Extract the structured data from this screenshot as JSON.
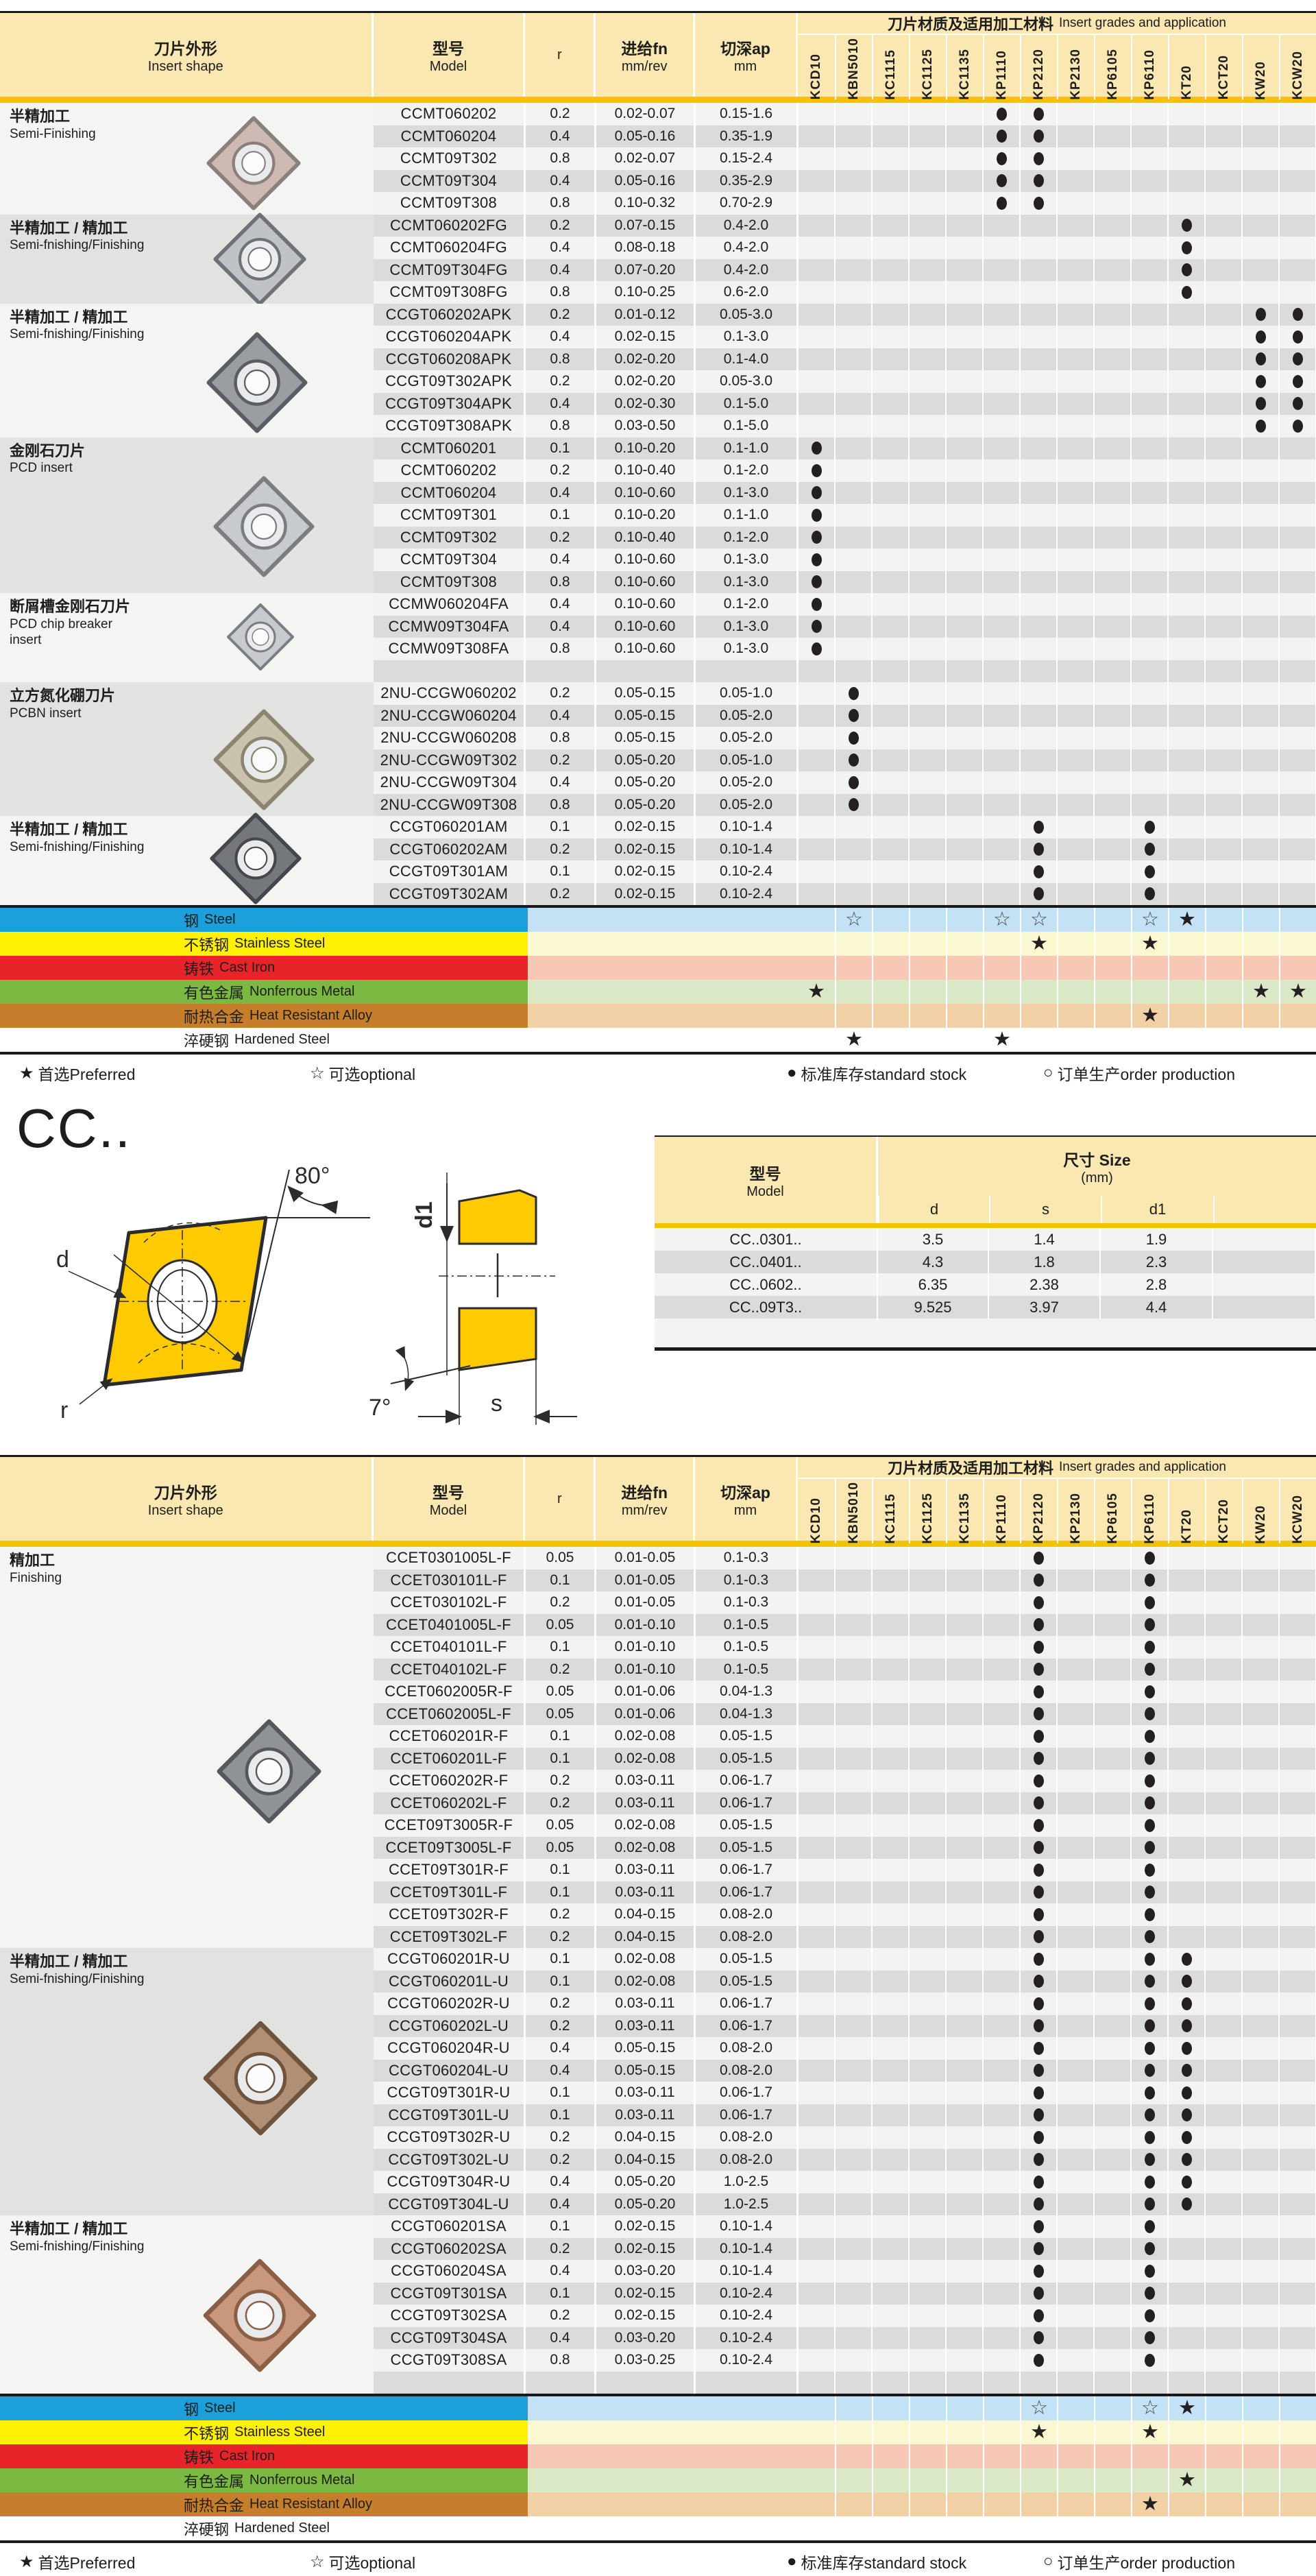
{
  "grades": [
    "KCD10",
    "KBN5010",
    "KC1115",
    "KC1125",
    "KC1135",
    "KP1110",
    "KP2120",
    "KP2130",
    "KP6105",
    "KP6110",
    "KT20",
    "KCT20",
    "KW20",
    "KCW20"
  ],
  "header": {
    "shape_zh": "刀片外形",
    "shape_en": "Insert shape",
    "model_zh": "型号",
    "model_en": "Model",
    "r": "r",
    "fn_zh": "进给fn",
    "fn_en": "mm/rev",
    "ap_zh": "切深ap",
    "ap_en": "mm",
    "grades_zh": "刀片材质及适用加工材料",
    "grades_en": "Insert grades and application"
  },
  "table1": {
    "groups": [
      {
        "zh": "半精加工",
        "en": "Semi-Finishing",
        "span": 5,
        "shade": "light",
        "photo": "pink"
      },
      {
        "zh": "半精加工 / 精加工",
        "en": "Semi-fnishing/Finishing",
        "span": 4,
        "shade": "gray",
        "photo": "silver"
      },
      {
        "zh": "半精加工 / 精加工",
        "en": "Semi-fnishing/Finishing",
        "span": 6,
        "shade": "light",
        "photo": "dark"
      },
      {
        "zh": "金刚石刀片",
        "en": "PCD  insert",
        "span": 7,
        "shade": "gray",
        "photo": "pcd"
      },
      {
        "zh": "断屑槽金刚石刀片",
        "en": "PCD chip breaker\n insert",
        "span": 4,
        "shade": "light",
        "photo": "pcd"
      },
      {
        "zh": "立方氮化硼刀片",
        "en": "PCBN  insert",
        "span": 6,
        "shade": "gray",
        "photo": "pcbn"
      },
      {
        "zh": "半精加工 / 精加工",
        "en": "Semi-fnishing/Finishing",
        "span": 4,
        "shade": "light",
        "photo": "dark2"
      }
    ],
    "rows": [
      {
        "model": "CCMT060202",
        "r": "0.2",
        "fn": "0.02-0.07",
        "ap": "0.15-1.6",
        "dots": [
          "KP1110",
          "KP2120"
        ]
      },
      {
        "model": "CCMT060204",
        "r": "0.4",
        "fn": "0.05-0.16",
        "ap": "0.35-1.9",
        "dots": [
          "KP1110",
          "KP2120"
        ]
      },
      {
        "model": "CCMT09T302",
        "r": "0.8",
        "fn": "0.02-0.07",
        "ap": "0.15-2.4",
        "dots": [
          "KP1110",
          "KP2120"
        ]
      },
      {
        "model": "CCMT09T304",
        "r": "0.4",
        "fn": "0.05-0.16",
        "ap": "0.35-2.9",
        "dots": [
          "KP1110",
          "KP2120"
        ]
      },
      {
        "model": "CCMT09T308",
        "r": "0.8",
        "fn": "0.10-0.32",
        "ap": "0.70-2.9",
        "dots": [
          "KP1110",
          "KP2120"
        ]
      },
      {
        "model": "CCMT060202FG",
        "r": "0.2",
        "fn": "0.07-0.15",
        "ap": "0.4-2.0",
        "dots": [
          "KT20"
        ]
      },
      {
        "model": "CCMT060204FG",
        "r": "0.4",
        "fn": "0.08-0.18",
        "ap": "0.4-2.0",
        "dots": [
          "KT20"
        ]
      },
      {
        "model": "CCMT09T304FG",
        "r": "0.4",
        "fn": "0.07-0.20",
        "ap": "0.4-2.0",
        "dots": [
          "KT20"
        ]
      },
      {
        "model": "CCMT09T308FG",
        "r": "0.8",
        "fn": "0.10-0.25",
        "ap": "0.6-2.0",
        "dots": [
          "KT20"
        ]
      },
      {
        "model": "CCGT060202APK",
        "r": "0.2",
        "fn": "0.01-0.12",
        "ap": "0.05-3.0",
        "dots": [
          "KW20",
          "KCW20"
        ]
      },
      {
        "model": "CCGT060204APK",
        "r": "0.4",
        "fn": "0.02-0.15",
        "ap": "0.1-3.0",
        "dots": [
          "KW20",
          "KCW20"
        ]
      },
      {
        "model": "CCGT060208APK",
        "r": "0.8",
        "fn": "0.02-0.20",
        "ap": "0.1-4.0",
        "dots": [
          "KW20",
          "KCW20"
        ]
      },
      {
        "model": "CCGT09T302APK",
        "r": "0.2",
        "fn": "0.02-0.20",
        "ap": "0.05-3.0",
        "dots": [
          "KW20",
          "KCW20"
        ]
      },
      {
        "model": "CCGT09T304APK",
        "r": "0.4",
        "fn": "0.02-0.30",
        "ap": "0.1-5.0",
        "dots": [
          "KW20",
          "KCW20"
        ]
      },
      {
        "model": "CCGT09T308APK",
        "r": "0.8",
        "fn": "0.03-0.50",
        "ap": "0.1-5.0",
        "dots": [
          "KW20",
          "KCW20"
        ]
      },
      {
        "model": "CCMT060201",
        "r": "0.1",
        "fn": "0.10-0.20",
        "ap": "0.1-1.0",
        "dots": [
          "KCD10"
        ]
      },
      {
        "model": "CCMT060202",
        "r": "0.2",
        "fn": "0.10-0.40",
        "ap": "0.1-2.0",
        "dots": [
          "KCD10"
        ]
      },
      {
        "model": "CCMT060204",
        "r": "0.4",
        "fn": "0.10-0.60",
        "ap": "0.1-3.0",
        "dots": [
          "KCD10"
        ]
      },
      {
        "model": "CCMT09T301",
        "r": "0.1",
        "fn": "0.10-0.20",
        "ap": "0.1-1.0",
        "dots": [
          "KCD10"
        ]
      },
      {
        "model": "CCMT09T302",
        "r": "0.2",
        "fn": "0.10-0.40",
        "ap": "0.1-2.0",
        "dots": [
          "KCD10"
        ]
      },
      {
        "model": "CCMT09T304",
        "r": "0.4",
        "fn": "0.10-0.60",
        "ap": "0.1-3.0",
        "dots": [
          "KCD10"
        ]
      },
      {
        "model": "CCMT09T308",
        "r": "0.8",
        "fn": "0.10-0.60",
        "ap": "0.1-3.0",
        "dots": [
          "KCD10"
        ]
      },
      {
        "model": "CCMW060204FA",
        "r": "0.4",
        "fn": "0.10-0.60",
        "ap": "0.1-2.0",
        "dots": [
          "KCD10"
        ]
      },
      {
        "model": "CCMW09T304FA",
        "r": "0.4",
        "fn": "0.10-0.60",
        "ap": "0.1-3.0",
        "dots": [
          "KCD10"
        ]
      },
      {
        "model": "CCMW09T308FA",
        "r": "0.8",
        "fn": "0.10-0.60",
        "ap": "0.1-3.0",
        "dots": [
          "KCD10"
        ]
      },
      {
        "model": "",
        "r": "",
        "fn": "",
        "ap": "",
        "dots": []
      },
      {
        "model": "2NU-CCGW060202",
        "r": "0.2",
        "fn": "0.05-0.15",
        "ap": "0.05-1.0",
        "dots": [
          "KBN5010"
        ]
      },
      {
        "model": "2NU-CCGW060204",
        "r": "0.4",
        "fn": "0.05-0.15",
        "ap": "0.05-2.0",
        "dots": [
          "KBN5010"
        ]
      },
      {
        "model": "2NU-CCGW060208",
        "r": "0.8",
        "fn": "0.05-0.15",
        "ap": "0.05-2.0",
        "dots": [
          "KBN5010"
        ]
      },
      {
        "model": "2NU-CCGW09T302",
        "r": "0.2",
        "fn": "0.05-0.20",
        "ap": "0.05-1.0",
        "dots": [
          "KBN5010"
        ]
      },
      {
        "model": "2NU-CCGW09T304",
        "r": "0.4",
        "fn": "0.05-0.20",
        "ap": "0.05-2.0",
        "dots": [
          "KBN5010"
        ]
      },
      {
        "model": "2NU-CCGW09T308",
        "r": "0.8",
        "fn": "0.05-0.20",
        "ap": "0.05-2.0",
        "dots": [
          "KBN5010"
        ]
      },
      {
        "model": "CCGT060201AM",
        "r": "0.1",
        "fn": "0.02-0.15",
        "ap": "0.10-1.4",
        "dots": [
          "KP2120",
          "KP6110"
        ]
      },
      {
        "model": "CCGT060202AM",
        "r": "0.2",
        "fn": "0.02-0.15",
        "ap": "0.10-1.4",
        "dots": [
          "KP2120",
          "KP6110"
        ]
      },
      {
        "model": "CCGT09T301AM",
        "r": "0.1",
        "fn": "0.02-0.15",
        "ap": "0.10-2.4",
        "dots": [
          "KP2120",
          "KP6110"
        ]
      },
      {
        "model": "CCGT09T302AM",
        "r": "0.2",
        "fn": "0.02-0.15",
        "ap": "0.10-2.4",
        "dots": [
          "KP2120",
          "KP6110"
        ]
      }
    ],
    "legend": [
      {
        "zh": "钢",
        "en": "Steel",
        "color": "#1D9FDC",
        "tint": "#C3E2F5",
        "stars": {
          "KBN5010": "optional",
          "KP1110": "optional",
          "KP2120": "optional",
          "KP6110": "optional",
          "KT20": "preferred"
        }
      },
      {
        "zh": "不锈钢",
        "en": "Stainless Steel",
        "color": "#FFF101",
        "tint": "#FAF8D0",
        "stars": {
          "KP2120": "preferred",
          "KP6110": "preferred"
        }
      },
      {
        "zh": "铸铁",
        "en": "Cast Iron",
        "color": "#E8232A",
        "tint": "#F6C8B5",
        "stars": {}
      },
      {
        "zh": "有色金属",
        "en": "Nonferrous Metal",
        "color": "#7BB943",
        "tint": "#DBE8C8",
        "stars": {
          "KCD10": "preferred",
          "KW20": "preferred",
          "KCW20": "preferred"
        }
      },
      {
        "zh": "耐热合金",
        "en": "Heat Resistant Alloy",
        "color": "#C67E2D",
        "tint": "#F1D1A5",
        "stars": {
          "KP6110": "preferred"
        }
      },
      {
        "zh": "淬硬钢",
        "en": "Hardened Steel",
        "color": "#FFFFFF",
        "tint": "#FFFFFF",
        "stars": {
          "KBN5010": "preferred",
          "KP1110": "preferred"
        }
      }
    ]
  },
  "footer": {
    "items": [
      {
        "symbol": "★",
        "label": "首选Preferred"
      },
      {
        "symbol": "☆",
        "label": "可选optional"
      },
      {
        "symbol": "●",
        "label": "标准库存standard stock"
      },
      {
        "symbol": "○",
        "label": "订单生产order production"
      }
    ]
  },
  "cc_section": {
    "title": "CC..",
    "diagram": {
      "angle_top": "80°",
      "d": "d",
      "r": "r",
      "angle_side": "7°",
      "d1": "d1",
      "s": "s"
    },
    "size_table": {
      "model_zh": "型号",
      "model_en": "Model",
      "size_zh": "尺寸 Size",
      "size_unit": "(mm)",
      "cols": [
        "d",
        "s",
        "d1"
      ],
      "rows": [
        {
          "model": "CC..0301..",
          "d": "3.5",
          "s": "1.4",
          "d1": "1.9"
        },
        {
          "model": "CC..0401..",
          "d": "4.3",
          "s": "1.8",
          "d1": "2.3"
        },
        {
          "model": "CC..0602..",
          "d": "6.35",
          "s": "2.38",
          "d1": "2.8"
        },
        {
          "model": "CC..09T3..",
          "d": "9.525",
          "s": "3.97",
          "d1": "4.4"
        }
      ]
    }
  },
  "table2": {
    "groups": [
      {
        "zh": "精加工",
        "en": "Finishing",
        "span": 18,
        "shade": "light",
        "photo": "gray"
      },
      {
        "zh": "半精加工 / 精加工",
        "en": "Semi-fnishing/Finishing",
        "span": 12,
        "shade": "gray",
        "photo": "bronze"
      },
      {
        "zh": "半精加工 / 精加工",
        "en": "Semi-fnishing/Finishing",
        "span": 8,
        "shade": "light",
        "photo": "copper"
      }
    ],
    "rows": [
      {
        "model": "CCET0301005L-F",
        "r": "0.05",
        "fn": "0.01-0.05",
        "ap": "0.1-0.3",
        "dots": [
          "KP2120",
          "KP6110"
        ]
      },
      {
        "model": "CCET030101L-F",
        "r": "0.1",
        "fn": "0.01-0.05",
        "ap": "0.1-0.3",
        "dots": [
          "KP2120",
          "KP6110"
        ]
      },
      {
        "model": "CCET030102L-F",
        "r": "0.2",
        "fn": "0.01-0.05",
        "ap": "0.1-0.3",
        "dots": [
          "KP2120",
          "KP6110"
        ]
      },
      {
        "model": "CCET0401005L-F",
        "r": "0.05",
        "fn": "0.01-0.10",
        "ap": "0.1-0.5",
        "dots": [
          "KP2120",
          "KP6110"
        ]
      },
      {
        "model": "CCET040101L-F",
        "r": "0.1",
        "fn": "0.01-0.10",
        "ap": "0.1-0.5",
        "dots": [
          "KP2120",
          "KP6110"
        ]
      },
      {
        "model": "CCET040102L-F",
        "r": "0.2",
        "fn": "0.01-0.10",
        "ap": "0.1-0.5",
        "dots": [
          "KP2120",
          "KP6110"
        ]
      },
      {
        "model": "CCET0602005R-F",
        "r": "0.05",
        "fn": "0.01-0.06",
        "ap": "0.04-1.3",
        "dots": [
          "KP2120",
          "KP6110"
        ]
      },
      {
        "model": "CCET0602005L-F",
        "r": "0.05",
        "fn": "0.01-0.06",
        "ap": "0.04-1.3",
        "dots": [
          "KP2120",
          "KP6110"
        ]
      },
      {
        "model": "CCET060201R-F",
        "r": "0.1",
        "fn": "0.02-0.08",
        "ap": "0.05-1.5",
        "dots": [
          "KP2120",
          "KP6110"
        ]
      },
      {
        "model": "CCET060201L-F",
        "r": "0.1",
        "fn": "0.02-0.08",
        "ap": "0.05-1.5",
        "dots": [
          "KP2120",
          "KP6110"
        ]
      },
      {
        "model": "CCET060202R-F",
        "r": "0.2",
        "fn": "0.03-0.11",
        "ap": "0.06-1.7",
        "dots": [
          "KP2120",
          "KP6110"
        ]
      },
      {
        "model": "CCET060202L-F",
        "r": "0.2",
        "fn": "0.03-0.11",
        "ap": "0.06-1.7",
        "dots": [
          "KP2120",
          "KP6110"
        ]
      },
      {
        "model": "CCET09T3005R-F",
        "r": "0.05",
        "fn": "0.02-0.08",
        "ap": "0.05-1.5",
        "dots": [
          "KP2120",
          "KP6110"
        ]
      },
      {
        "model": "CCET09T3005L-F",
        "r": "0.05",
        "fn": "0.02-0.08",
        "ap": "0.05-1.5",
        "dots": [
          "KP2120",
          "KP6110"
        ]
      },
      {
        "model": "CCET09T301R-F",
        "r": "0.1",
        "fn": "0.03-0.11",
        "ap": "0.06-1.7",
        "dots": [
          "KP2120",
          "KP6110"
        ]
      },
      {
        "model": "CCET09T301L-F",
        "r": "0.1",
        "fn": "0.03-0.11",
        "ap": "0.06-1.7",
        "dots": [
          "KP2120",
          "KP6110"
        ]
      },
      {
        "model": "CCET09T302R-F",
        "r": "0.2",
        "fn": "0.04-0.15",
        "ap": "0.08-2.0",
        "dots": [
          "KP2120",
          "KP6110"
        ]
      },
      {
        "model": "CCET09T302L-F",
        "r": "0.2",
        "fn": "0.04-0.15",
        "ap": "0.08-2.0",
        "dots": [
          "KP2120",
          "KP6110"
        ]
      },
      {
        "model": "CCGT060201R-U",
        "r": "0.1",
        "fn": "0.02-0.08",
        "ap": "0.05-1.5",
        "dots": [
          "KP2120",
          "KP6110",
          "KT20"
        ]
      },
      {
        "model": "CCGT060201L-U",
        "r": "0.1",
        "fn": "0.02-0.08",
        "ap": "0.05-1.5",
        "dots": [
          "KP2120",
          "KP6110",
          "KT20"
        ]
      },
      {
        "model": "CCGT060202R-U",
        "r": "0.2",
        "fn": "0.03-0.11",
        "ap": "0.06-1.7",
        "dots": [
          "KP2120",
          "KP6110",
          "KT20"
        ]
      },
      {
        "model": "CCGT060202L-U",
        "r": "0.2",
        "fn": "0.03-0.11",
        "ap": "0.06-1.7",
        "dots": [
          "KP2120",
          "KP6110",
          "KT20"
        ]
      },
      {
        "model": "CCGT060204R-U",
        "r": "0.4",
        "fn": "0.05-0.15",
        "ap": "0.08-2.0",
        "dots": [
          "KP2120",
          "KP6110",
          "KT20"
        ]
      },
      {
        "model": "CCGT060204L-U",
        "r": "0.4",
        "fn": "0.05-0.15",
        "ap": "0.08-2.0",
        "dots": [
          "KP2120",
          "KP6110",
          "KT20"
        ]
      },
      {
        "model": "CCGT09T301R-U",
        "r": "0.1",
        "fn": "0.03-0.11",
        "ap": "0.06-1.7",
        "dots": [
          "KP2120",
          "KP6110",
          "KT20"
        ]
      },
      {
        "model": "CCGT09T301L-U",
        "r": "0.1",
        "fn": "0.03-0.11",
        "ap": "0.06-1.7",
        "dots": [
          "KP2120",
          "KP6110",
          "KT20"
        ]
      },
      {
        "model": "CCGT09T302R-U",
        "r": "0.2",
        "fn": "0.04-0.15",
        "ap": "0.08-2.0",
        "dots": [
          "KP2120",
          "KP6110",
          "KT20"
        ]
      },
      {
        "model": "CCGT09T302L-U",
        "r": "0.2",
        "fn": "0.04-0.15",
        "ap": "0.08-2.0",
        "dots": [
          "KP2120",
          "KP6110",
          "KT20"
        ]
      },
      {
        "model": "CCGT09T304R-U",
        "r": "0.4",
        "fn": "0.05-0.20",
        "ap": "1.0-2.5",
        "dots": [
          "KP2120",
          "KP6110",
          "KT20"
        ]
      },
      {
        "model": "CCGT09T304L-U",
        "r": "0.4",
        "fn": "0.05-0.20",
        "ap": "1.0-2.5",
        "dots": [
          "KP2120",
          "KP6110",
          "KT20"
        ]
      },
      {
        "model": "CCGT060201SA",
        "r": "0.1",
        "fn": "0.02-0.15",
        "ap": "0.10-1.4",
        "dots": [
          "KP2120",
          "KP6110"
        ]
      },
      {
        "model": "CCGT060202SA",
        "r": "0.2",
        "fn": "0.02-0.15",
        "ap": "0.10-1.4",
        "dots": [
          "KP2120",
          "KP6110"
        ]
      },
      {
        "model": "CCGT060204SA",
        "r": "0.4",
        "fn": "0.03-0.20",
        "ap": "0.10-1.4",
        "dots": [
          "KP2120",
          "KP6110"
        ]
      },
      {
        "model": "CCGT09T301SA",
        "r": "0.1",
        "fn": "0.02-0.15",
        "ap": "0.10-2.4",
        "dots": [
          "KP2120",
          "KP6110"
        ]
      },
      {
        "model": "CCGT09T302SA",
        "r": "0.2",
        "fn": "0.02-0.15",
        "ap": "0.10-2.4",
        "dots": [
          "KP2120",
          "KP6110"
        ]
      },
      {
        "model": "CCGT09T304SA",
        "r": "0.4",
        "fn": "0.03-0.20",
        "ap": "0.10-2.4",
        "dots": [
          "KP2120",
          "KP6110"
        ]
      },
      {
        "model": "CCGT09T308SA",
        "r": "0.8",
        "fn": "0.03-0.25",
        "ap": "0.10-2.4",
        "dots": [
          "KP2120",
          "KP6110"
        ]
      },
      {
        "model": "",
        "r": "",
        "fn": "",
        "ap": "",
        "dots": []
      }
    ],
    "legend": [
      {
        "zh": "钢",
        "en": "Steel",
        "color": "#1D9FDC",
        "tint": "#C3E2F5",
        "stars": {
          "KP2120": "optional",
          "KP6110": "optional",
          "KT20": "preferred"
        }
      },
      {
        "zh": "不锈钢",
        "en": "Stainless Steel",
        "color": "#FFF101",
        "tint": "#FAF8D0",
        "stars": {
          "KP2120": "preferred",
          "KP6110": "preferred"
        }
      },
      {
        "zh": "铸铁",
        "en": "Cast Iron",
        "color": "#E8232A",
        "tint": "#F6C8B5",
        "stars": {}
      },
      {
        "zh": "有色金属",
        "en": "Nonferrous Metal",
        "color": "#7BB943",
        "tint": "#DBE8C8",
        "stars": {
          "KT20": "preferred"
        }
      },
      {
        "zh": "耐热合金",
        "en": "Heat Resistant Alloy",
        "color": "#C67E2D",
        "tint": "#F1D1A5",
        "stars": {
          "KP6110": "preferred"
        }
      },
      {
        "zh": "淬硬钢",
        "en": "Hardened Steel",
        "color": "#FFFFFF",
        "tint": "#FFFFFF",
        "stars": {}
      }
    ]
  }
}
